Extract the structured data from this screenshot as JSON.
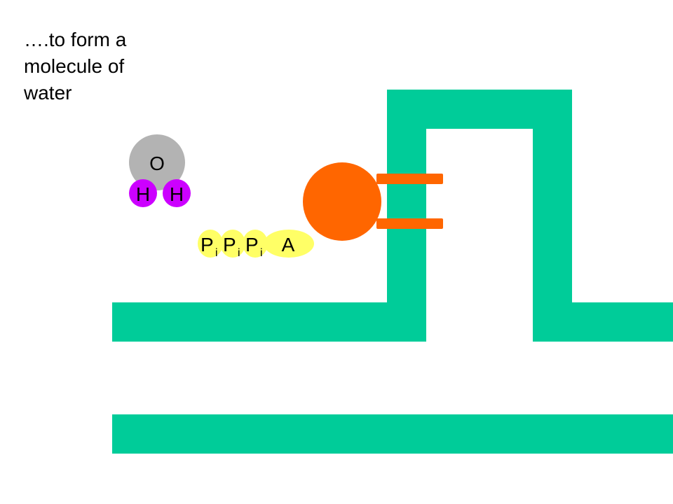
{
  "caption": {
    "line1": "….to form a",
    "line2": "molecule of",
    "line3": "water"
  },
  "water_molecule": {
    "oxygen_label": "O",
    "hydrogen_label_1": "H",
    "hydrogen_label_2": "H"
  },
  "atp_molecule": {
    "phosphate_1": "P",
    "phosphate_1_sub": "i",
    "phosphate_2": "P",
    "phosphate_2_sub": "i",
    "phosphate_3": "P",
    "phosphate_3_sub": "i",
    "adenosine": "A"
  },
  "colors": {
    "membrane": "#00CC99",
    "enzyme": "#FF6600",
    "oxygen": "#B3B3B3",
    "hydrogen": "#CC00FF",
    "atp": "#FFFF66"
  }
}
